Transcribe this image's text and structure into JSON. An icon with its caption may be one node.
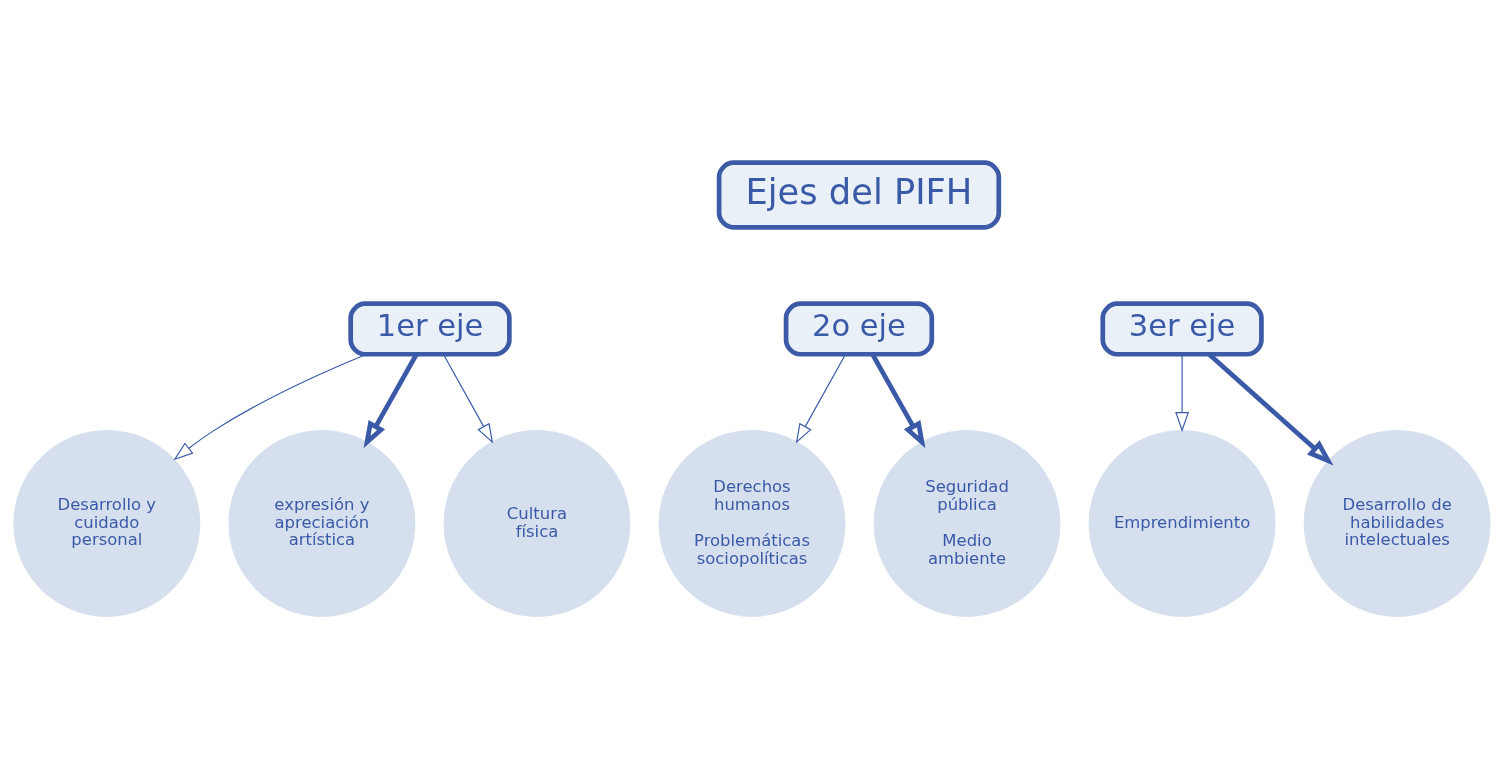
{
  "diagram": {
    "nodes": [
      {
        "text": [
          "Ejes del PIFH"
        ]
      },
      {
        "text": [
          "1er eje"
        ]
      },
      {
        "text": [
          "2o eje"
        ]
      },
      {
        "text": [
          "3er eje"
        ]
      },
      {
        "text": [
          "Desarrollo y cuidado personal"
        ]
      },
      {
        "text": [
          "expresión y apreciación artística"
        ]
      },
      {
        "text": [
          "Cultura física"
        ]
      },
      {
        "text": [
          "Derechos humanos",
          "Problemáticas sociopolíticas"
        ]
      },
      {
        "text": [
          "Seguridad pública",
          "Medio ambiente"
        ]
      },
      {
        "text": [
          "Emprendimiento"
        ]
      },
      {
        "text": [
          "Desarrollo de habilidades intelectuales"
        ]
      }
    ],
    "edges": [
      {
        "from": 1,
        "to": 4,
        "arrow": "to"
      },
      {
        "from": 1,
        "to": 5,
        "arrow": "to",
        "style": "thick"
      },
      {
        "from": 1,
        "to": 6,
        "arrow": "to"
      },
      {
        "from": 2,
        "to": 7,
        "arrow": "to"
      },
      {
        "from": 2,
        "to": 8,
        "arrow": "to",
        "style": "thick"
      },
      {
        "from": 3,
        "to": 10,
        "arrow": "to",
        "style": "thick"
      },
      {
        "from": 3,
        "to": 9,
        "arrow": "to"
      }
    ]
  }
}
